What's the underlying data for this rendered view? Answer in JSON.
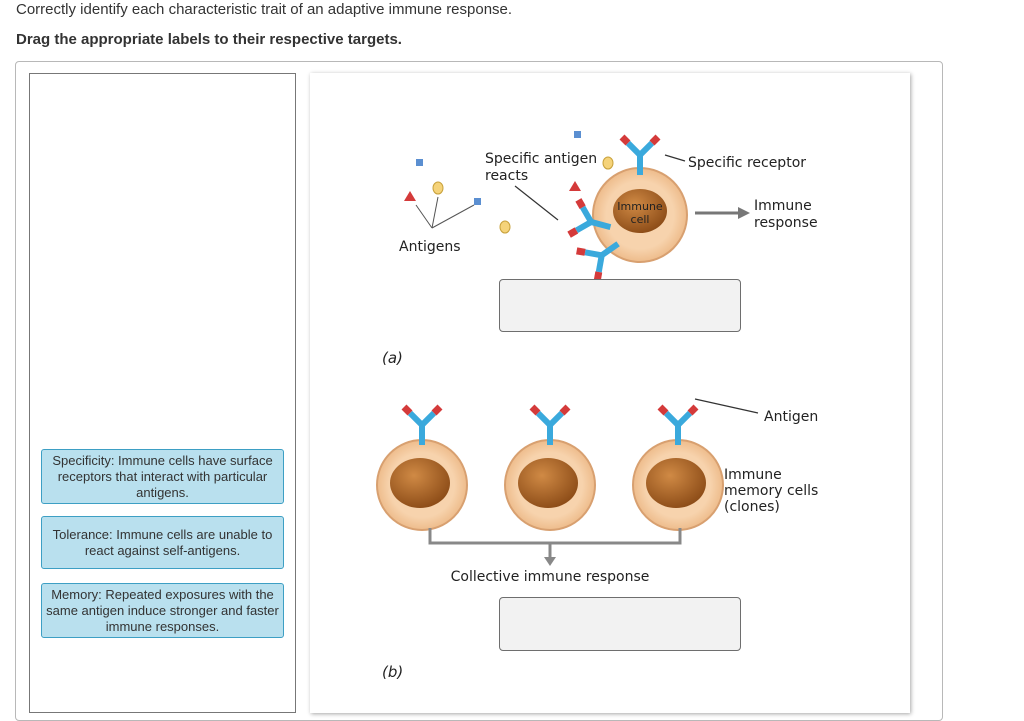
{
  "question": {
    "title": "Correctly identify each characteristic trait of an adaptive immune response.",
    "instruction": "Drag the appropriate labels to their respective targets."
  },
  "labels": [
    "Specificity: Immune cells have surface receptors that interact with particular antigens.",
    "Tolerance: Immune cells are unable to react against self-antigens.",
    "Memory: Repeated exposures with the same antigen induce stronger and faster immune responses."
  ],
  "figure": {
    "panel_a": {
      "antigens": "Antigens",
      "specific_antigen_line1": "Specific antigen",
      "specific_antigen_line2": "reacts",
      "specific_receptor": "Specific receptor",
      "immune_cell_line1": "Immune",
      "immune_cell_line2": "cell",
      "immune_response_line1": "Immune",
      "immune_response_line2": "response",
      "caption": "(a)"
    },
    "panel_b": {
      "antigen": "Antigen",
      "memory_line1": "Immune",
      "memory_line2": "memory cells",
      "memory_line3": "(clones)",
      "collective": "Collective immune response",
      "caption": "(b)"
    }
  },
  "colors": {
    "label_fill": "#b9e0ee",
    "label_border": "#3d9fc4",
    "receptor_blue": "#3aa9dc",
    "antigen_red": "#d43a3a",
    "nucleus_brown": "#b36a2a",
    "cell_peach": "#f7d3ad"
  }
}
